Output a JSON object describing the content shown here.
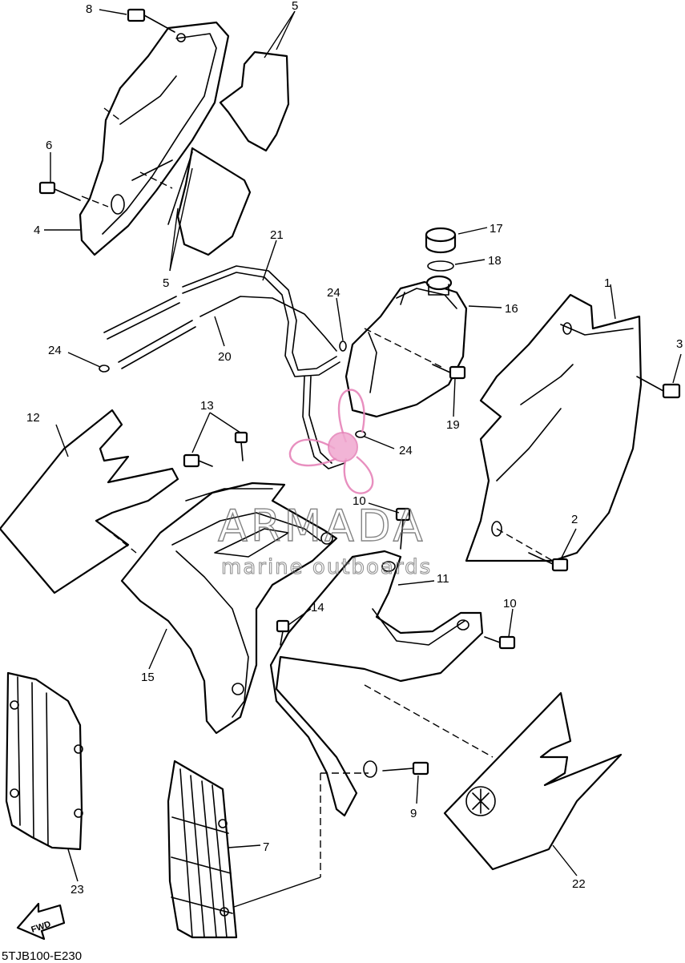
{
  "diagram": {
    "reference_code": "5TJB100-E230",
    "fwd_label": "FWD",
    "watermark": {
      "brand": "ARMADA",
      "tagline": "marine outboards",
      "primary_color": "#e583b8"
    },
    "callouts": [
      "1",
      "2",
      "3",
      "4",
      "5",
      "5",
      "6",
      "7",
      "8",
      "9",
      "10",
      "10",
      "11",
      "12",
      "13",
      "14",
      "15",
      "16",
      "17",
      "18",
      "19",
      "20",
      "21",
      "22",
      "23",
      "24",
      "24",
      "24"
    ]
  }
}
